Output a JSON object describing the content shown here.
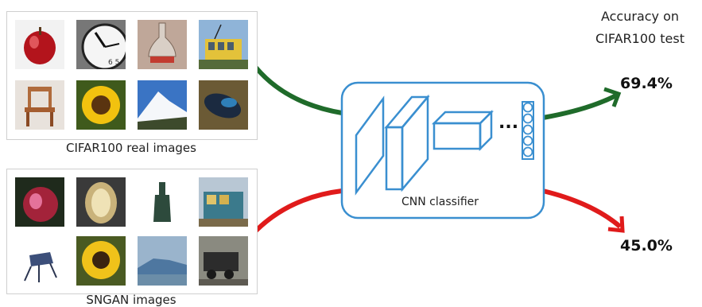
{
  "real_panel": {
    "caption": "CIFAR100 real images",
    "images": [
      "apple",
      "clock",
      "bottle",
      "tram",
      "chair",
      "sunflower",
      "mountain",
      "train"
    ]
  },
  "fake_panel": {
    "caption": "SNGAN images",
    "images": [
      "apple",
      "clock",
      "bottle",
      "tram",
      "chair",
      "sunflower",
      "mountain",
      "train"
    ]
  },
  "classifier": {
    "label": "CNN classifier",
    "ellipsis": "..."
  },
  "accuracy": {
    "title_line1": "Accuracy on",
    "title_line2": "CIFAR100 test",
    "real_result": "69.4%",
    "fake_result": "45.0%"
  },
  "colors": {
    "real_arrow": "#1f6b2a",
    "fake_arrow": "#e01b1b",
    "classifier_outline": "#3a8fd0"
  }
}
